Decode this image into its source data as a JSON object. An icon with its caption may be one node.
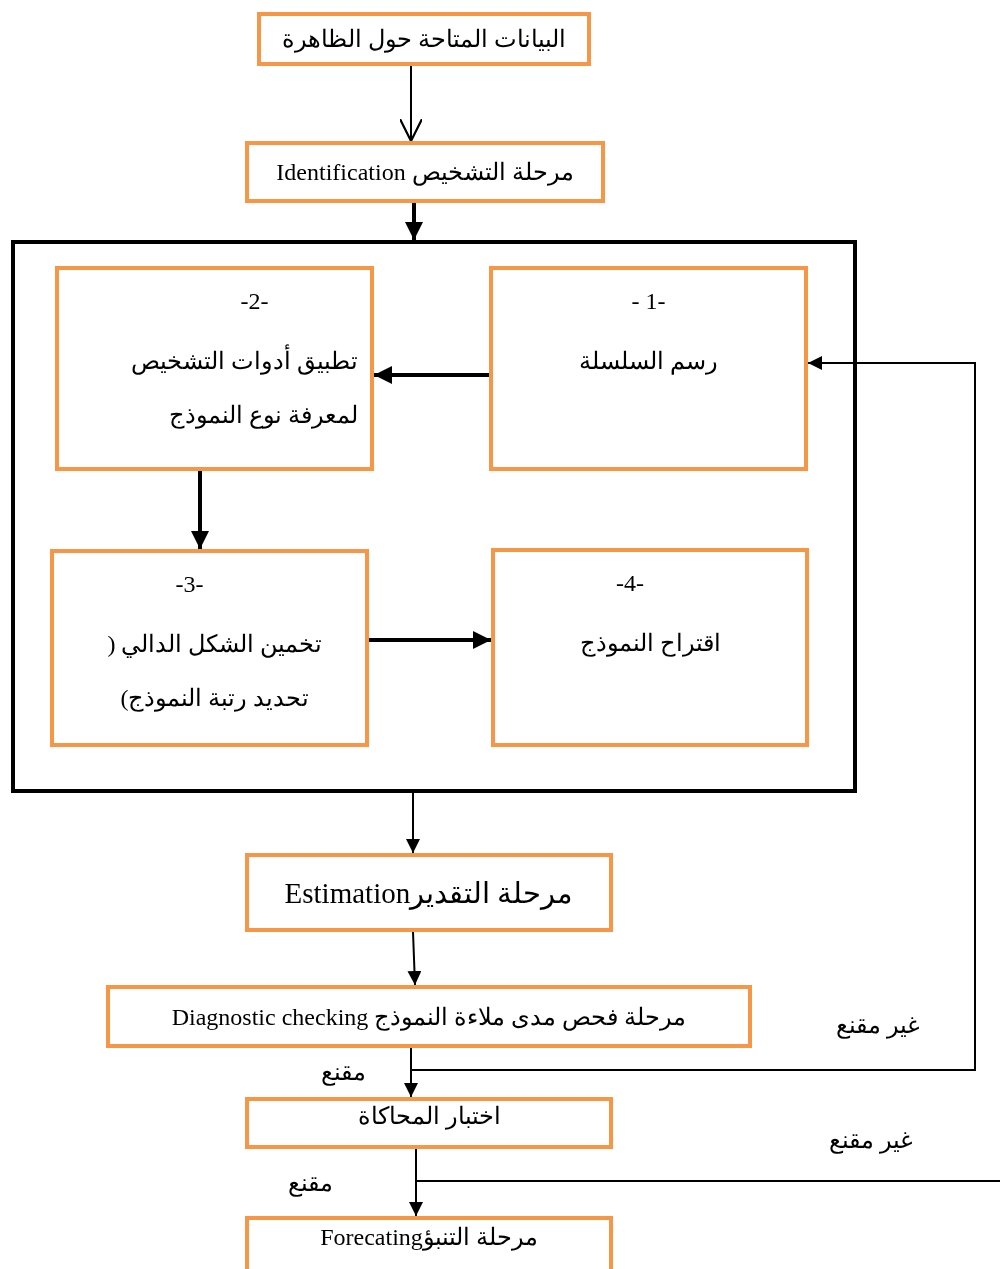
{
  "diagram": {
    "nodes": [
      {
        "text": [
          "البيانات المتاحة حول الظاهرة"
        ]
      },
      {
        "text": [
          "مرحلة التشخيص Identification"
        ]
      },
      {
        "text": [],
        "shape": "box"
      },
      {
        "text": [
          "- 1-",
          "رسم السلسلة"
        ],
        "in": 2
      },
      {
        "text": [
          "-2-",
          "تطبيق أدوات التشخيص لمعرفة نوع النموذج"
        ],
        "in": 2
      },
      {
        "text": [
          "-3-",
          "تخمين الشكل الدالي ( تحديد رتبة النموذج)"
        ],
        "in": 2
      },
      {
        "text": [
          "-4-",
          "اقتراح النموذج"
        ],
        "in": 2
      },
      {
        "text": [
          "مرحلة التقديرEstimation"
        ]
      },
      {
        "text": [
          "مرحلة فحص مدى ملاءة النموذج Diagnostic checking"
        ]
      },
      {
        "text": [
          "اختبار المحاكاة"
        ]
      },
      {
        "text": [
          "مرحلة التنبؤForecating"
        ]
      }
    ],
    "edges": [
      {
        "from": 0,
        "to": 1,
        "arrow": "to"
      },
      {
        "from": 1,
        "to": 2,
        "arrow": "to",
        "style": "thick"
      },
      {
        "from": 3,
        "to": 4,
        "arrow": "to",
        "style": "thick"
      },
      {
        "from": 4,
        "to": 5,
        "arrow": "to",
        "style": "thick"
      },
      {
        "from": 5,
        "to": 6,
        "arrow": "to",
        "style": "thick"
      },
      {
        "from": 2,
        "to": 7,
        "arrow": "to"
      },
      {
        "from": 7,
        "to": 8,
        "arrow": "to"
      },
      {
        "from": 8,
        "to": 9,
        "arrow": "to",
        "label": "مقنع"
      },
      {
        "from": 8,
        "to": 3,
        "arrow": "to",
        "label": "غير مقنع"
      },
      {
        "from": 9,
        "to": 10,
        "arrow": "to",
        "label": "مقنع"
      },
      {
        "from": 9,
        "to": null,
        "arrow": "none",
        "label": "غير مقنع"
      }
    ]
  }
}
